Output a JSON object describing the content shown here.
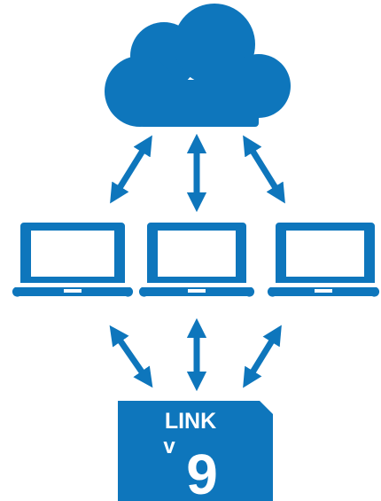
{
  "colors": {
    "primary": "#0e76bc",
    "background": "#ffffff",
    "badge_text": "#ffffff"
  },
  "icons": [
    "cloud-icon",
    "laptop-icon",
    "laptop-icon",
    "laptop-icon",
    "double-arrow-icon",
    "badge-icon"
  ],
  "badge": {
    "line1": "LINK",
    "prefix": "v",
    "number": "9"
  }
}
